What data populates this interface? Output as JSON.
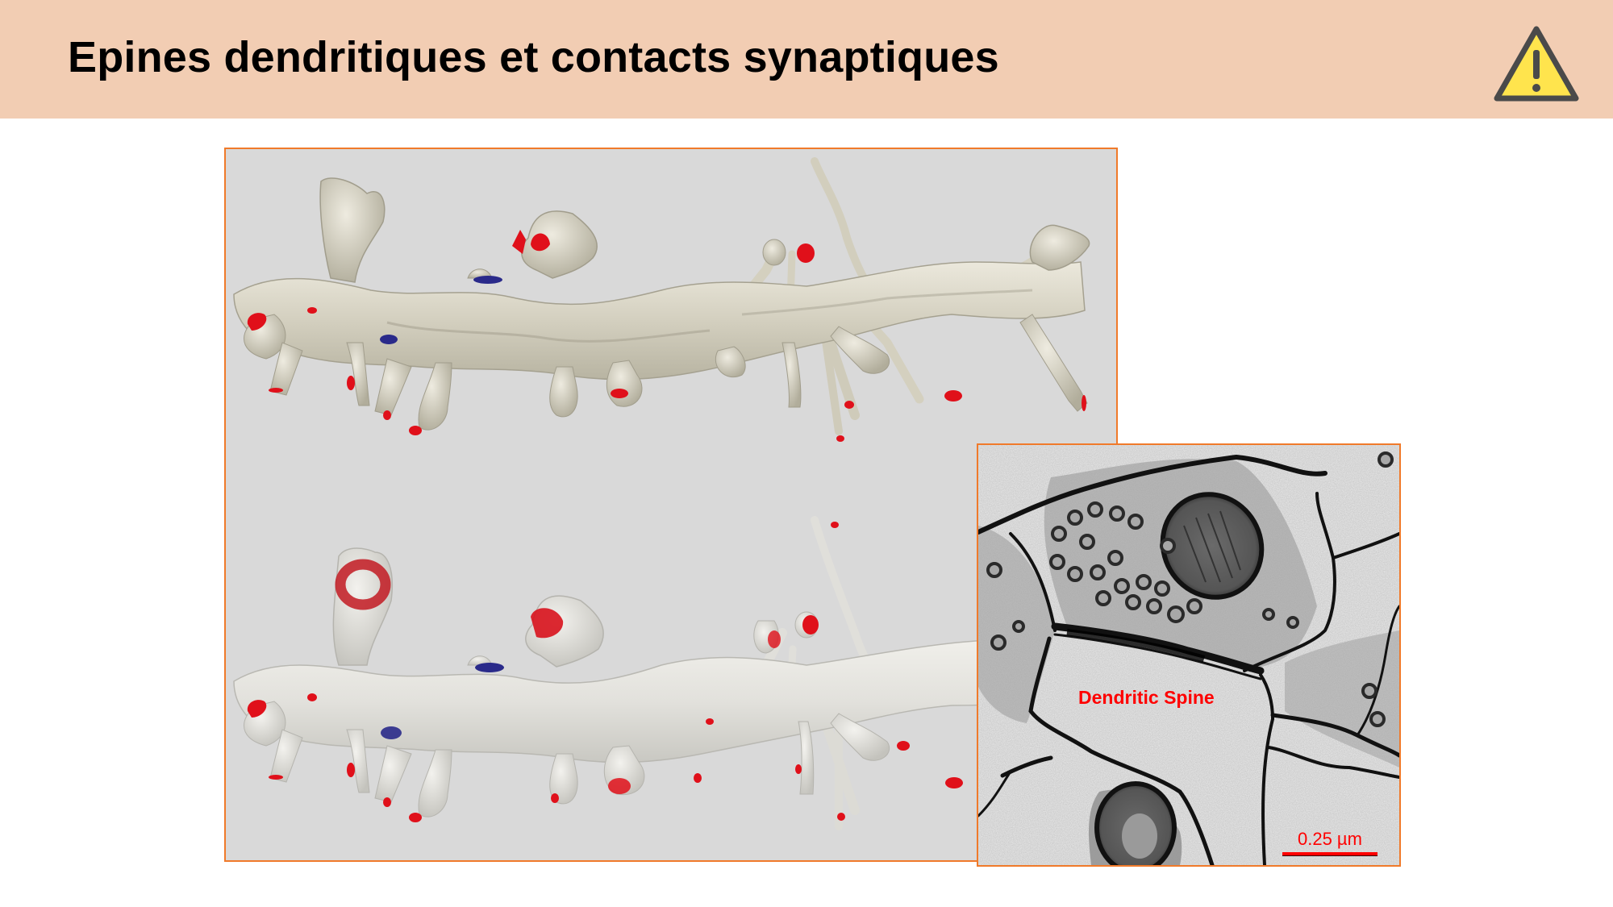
{
  "header": {
    "title": "Epines dendritiques et contacts synaptiques",
    "background_color": "#F2CDB3",
    "icon": "warning-icon",
    "icon_color": "#FFE44D"
  },
  "figures": {
    "reconstruction_3d": {
      "description": "3D reconstructions of two dendrite segments with spines",
      "background_color": "#D9D9D9",
      "border_color": "#F07A2A",
      "dendrite_color": "#D8D4C4",
      "synapse_marker_color": "#E0101A",
      "secondary_marker_color": "#2A2A8A"
    },
    "electron_micrograph": {
      "label": "Dendritic Spine",
      "label_color": "#FF0000",
      "scale_bar_label": "0.25 µm",
      "border_color": "#F07A2A"
    }
  }
}
